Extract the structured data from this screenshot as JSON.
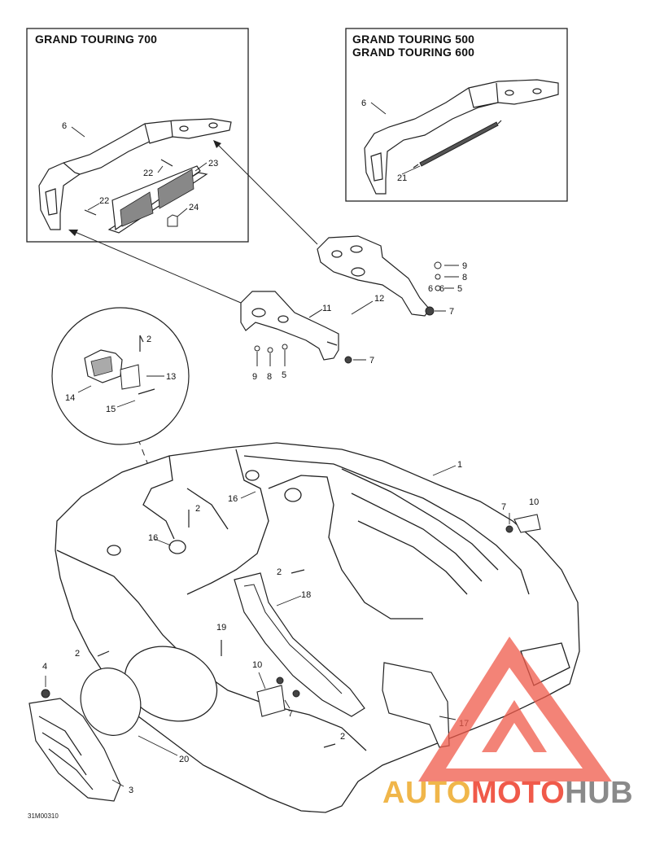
{
  "boxes": {
    "left_title": "GRAND TOURING 700",
    "right_title_1": "GRAND TOURING 500",
    "right_title_2": "GRAND TOURING 600"
  },
  "callouts": {
    "c1": "1",
    "c2": "2",
    "c3": "3",
    "c4": "4",
    "c5": "5",
    "c6": "6",
    "c7": "7",
    "c8": "8",
    "c9": "9",
    "c10": "10",
    "c11": "11",
    "c12": "12",
    "c13": "13",
    "c14": "14",
    "c15": "15",
    "c16": "16",
    "c17": "17",
    "c18": "18",
    "c19": "19",
    "c20": "20",
    "c21": "21",
    "c22": "22",
    "c23": "23",
    "c24": "24"
  },
  "figure_code": "31M00310",
  "watermark": {
    "part1": "AUTO",
    "part2": "MOTO",
    "part3": "HUB"
  },
  "colors": {
    "line": "#222222",
    "watermark_red": "#f05a4a",
    "watermark_orange": "#f0b64a",
    "watermark_grey": "#8a8a8a"
  }
}
